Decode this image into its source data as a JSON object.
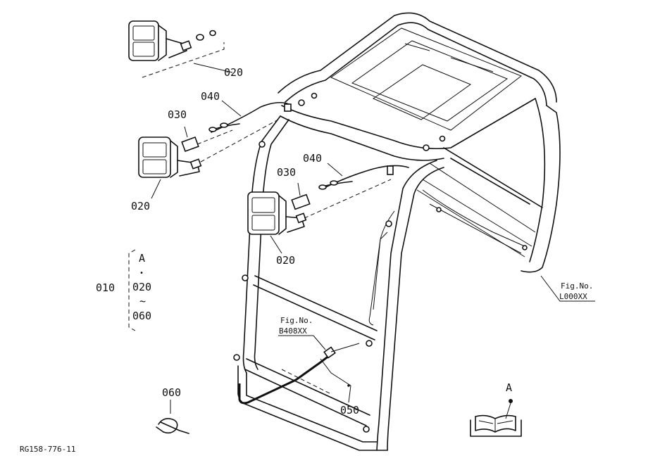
{
  "parts": {
    "p010": "010",
    "p020": "020",
    "p030": "030",
    "p040": "040",
    "p050": "050",
    "p060": "060"
  },
  "group": {
    "detail_letter": "A",
    "dot": "•",
    "range_start": "020",
    "range_sep": "~",
    "range_end": "060"
  },
  "refs": {
    "fig_label": "Fig.No.",
    "fig_b": "B408XX",
    "fig_l": "L000XX"
  },
  "detail_view": {
    "letter": "A"
  },
  "drawing_id": "RG158-776-11"
}
